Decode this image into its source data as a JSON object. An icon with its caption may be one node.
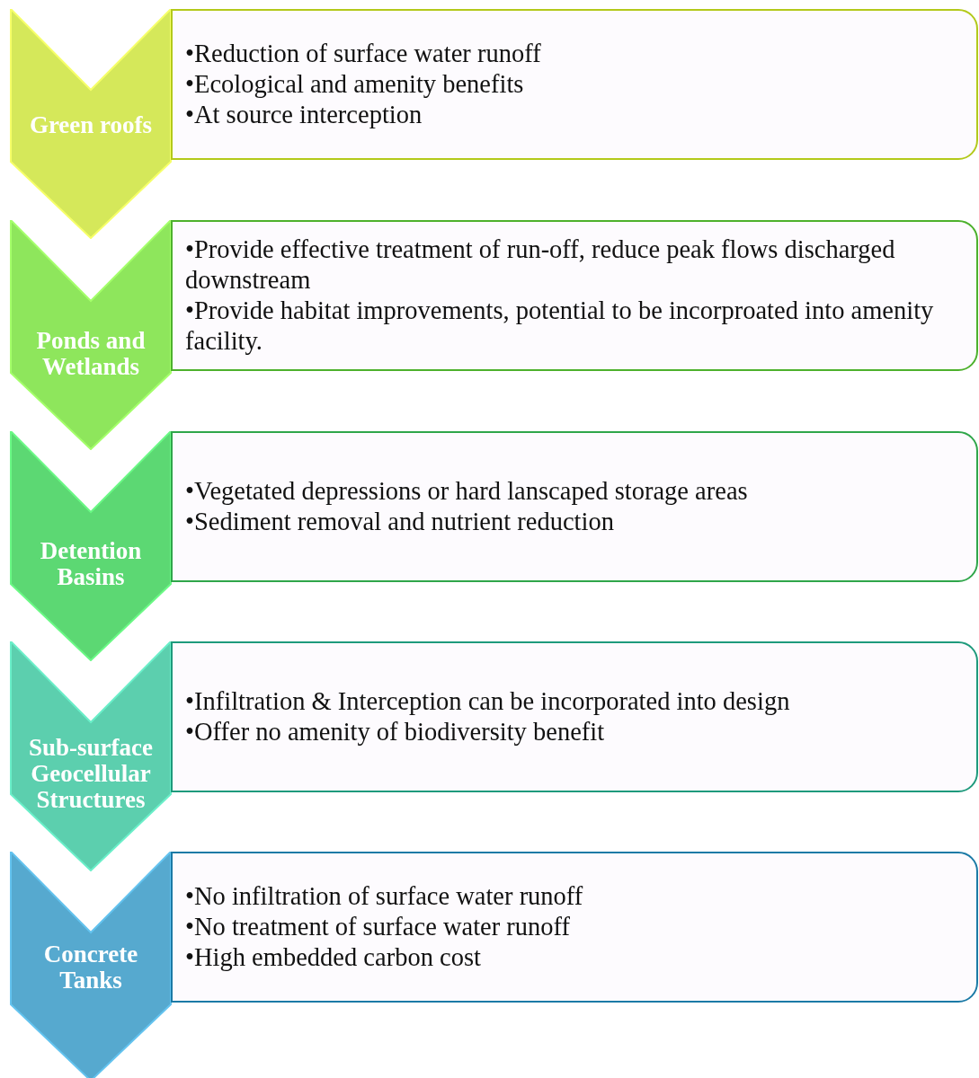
{
  "diagram": {
    "nodes": [
      {
        "text": [
          "Green roofs"
        ]
      },
      {
        "text": [
          "•Reduction of surface water runoff",
          "•Ecological and amenity benefits",
          "•At source interception"
        ]
      },
      {
        "text": [
          "Ponds and Wetlands"
        ]
      },
      {
        "text": [
          "•Provide effective treatment of run-off, reduce peak flows discharged downstream",
          "•Provide habitat improvements, potential to be incorproated into amenity facility."
        ]
      },
      {
        "text": [
          "Detention Basins"
        ]
      },
      {
        "text": [
          "•Vegetated depressions or hard lanscaped storage areas",
          "•Sediment removal and nutrient reduction"
        ]
      },
      {
        "text": [
          "Sub-surface Geocellular Structures"
        ]
      },
      {
        "text": [
          "•Infiltration & Interception can be incorporated into design",
          "•Offer no amenity of biodiversity benefit"
        ]
      },
      {
        "text": [
          "Concrete Tanks"
        ]
      },
      {
        "text": [
          "•No infiltration of surface water runoff",
          "•No treatment of surface water runoff",
          "•High embedded carbon cost"
        ]
      }
    ]
  }
}
